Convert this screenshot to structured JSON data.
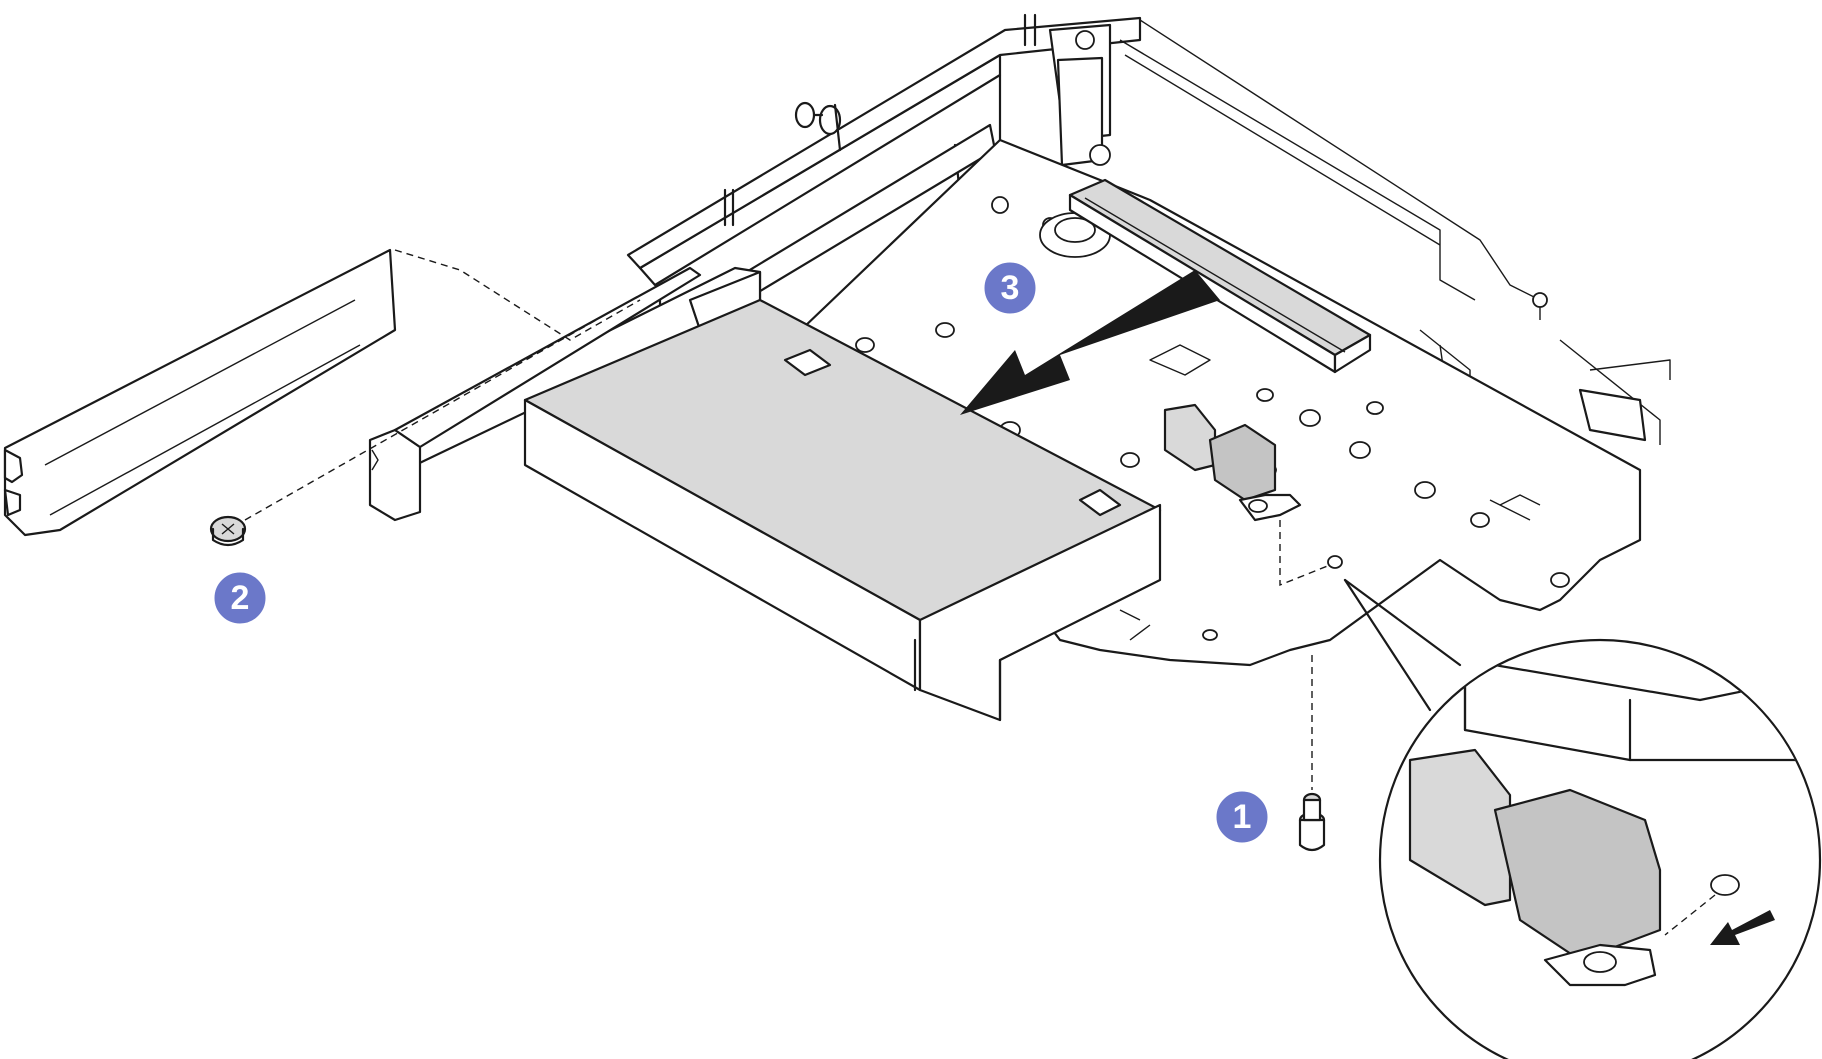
{
  "steps": [
    {
      "id": "step-1",
      "label": "1"
    },
    {
      "id": "step-2",
      "label": "2"
    },
    {
      "id": "step-3",
      "label": "3"
    }
  ],
  "colors": {
    "badge": "#6b78c9",
    "card_fill": "#d9d9d9",
    "line": "#1a1a1a"
  },
  "icons": [
    "screw-icon",
    "direction-arrow-icon",
    "zoom-callout-icon"
  ]
}
